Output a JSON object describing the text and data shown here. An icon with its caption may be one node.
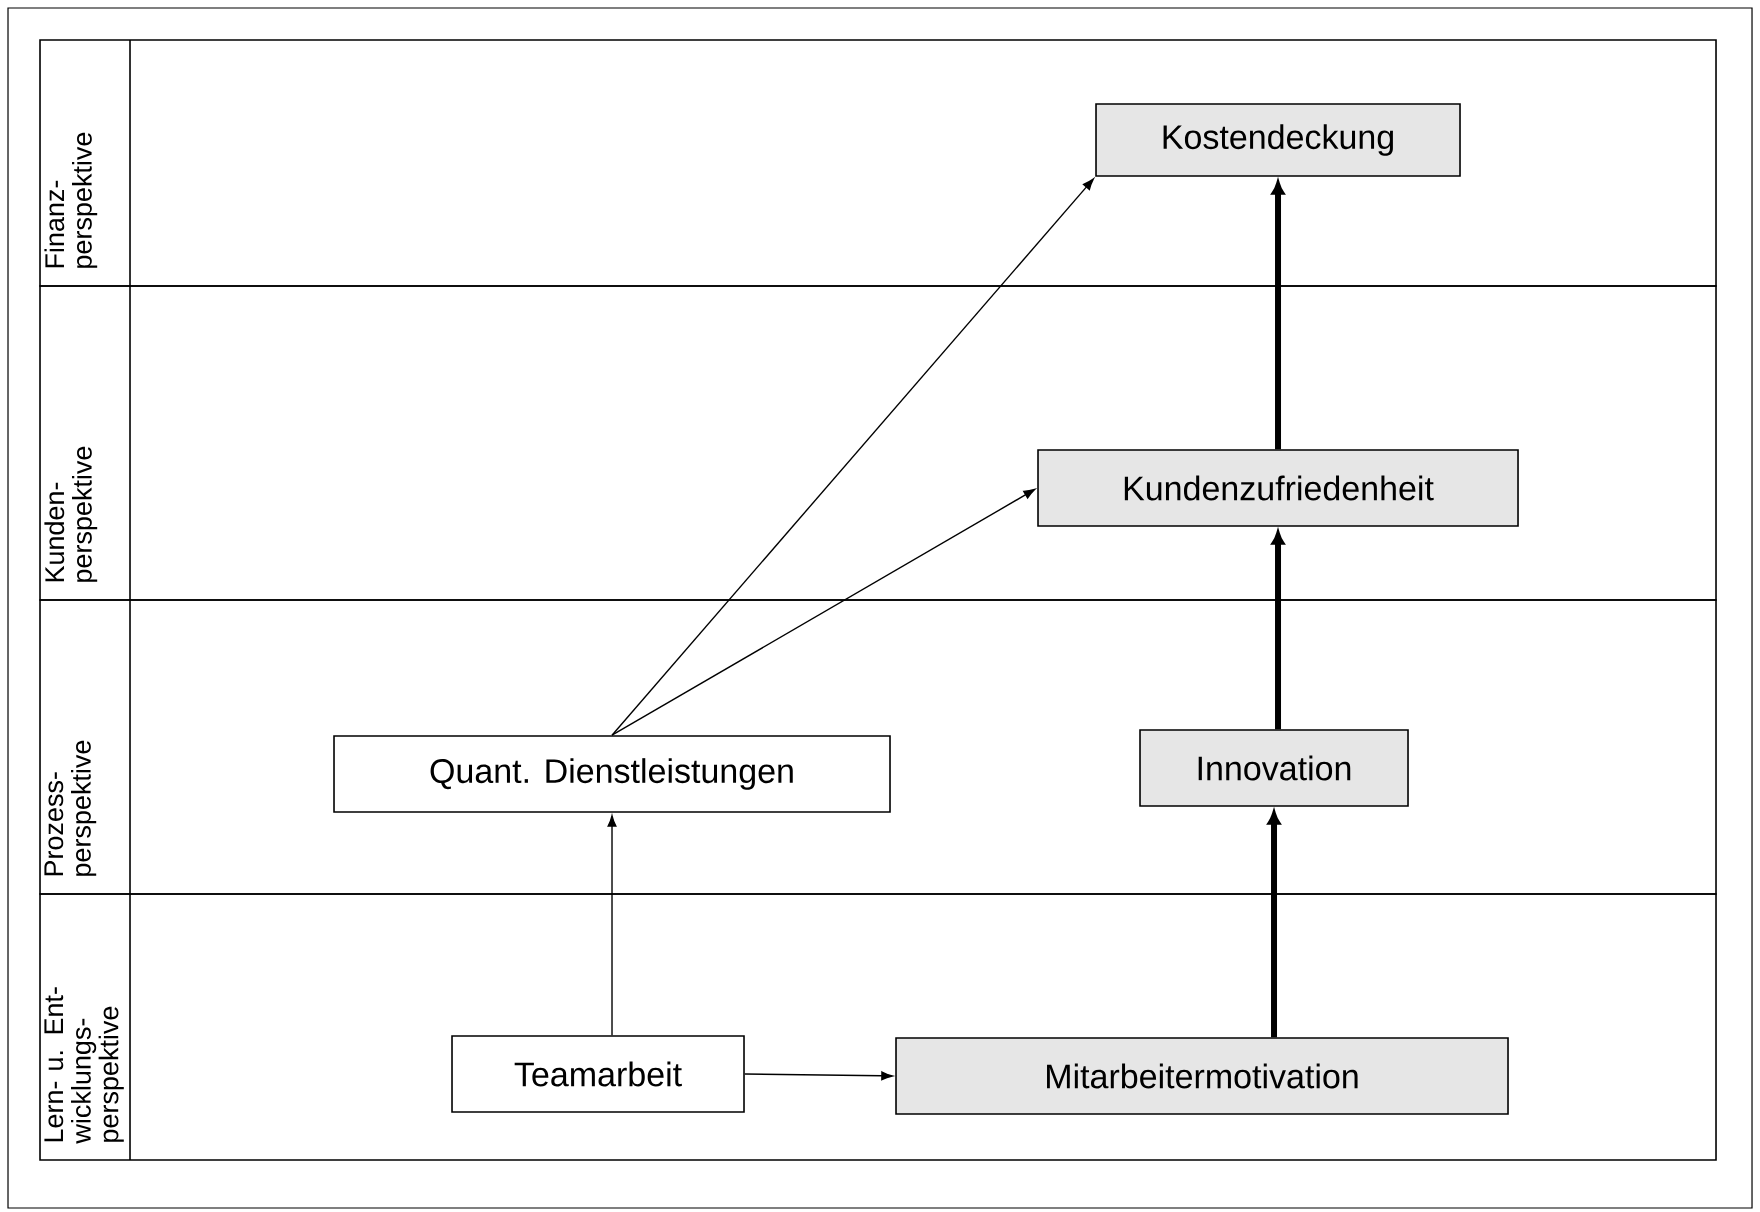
{
  "diagram": {
    "nodes": [
      {
        "text": [
          "Finanz-perspektive"
        ]
      },
      {
        "text": [
          "Kostendeckung"
        ],
        "in": 0
      },
      {
        "text": [
          "Kunden-perspektive"
        ]
      },
      {
        "text": [
          "Kundenzufriedenheit"
        ],
        "in": 2
      },
      {
        "text": [
          "Prozess-perspektive"
        ]
      },
      {
        "text": [
          "Quant. Dienstleistungen"
        ],
        "in": 4
      },
      {
        "text": [
          "Innovation"
        ],
        "in": 4
      },
      {
        "text": [
          "Lern- u. Ent-wicklungs-perspektive"
        ]
      },
      {
        "text": [
          "Teamarbeit"
        ],
        "in": 7
      },
      {
        "text": [
          "Mitarbeitermotivation"
        ],
        "in": 7
      }
    ],
    "edges": [
      {
        "from": 8,
        "to": 5,
        "arrow": "to"
      },
      {
        "from": 8,
        "to": 9,
        "arrow": "to"
      },
      {
        "from": 9,
        "to": 6,
        "arrow": "to",
        "style": "thick"
      },
      {
        "from": 6,
        "to": 3,
        "arrow": "to",
        "style": "thick"
      },
      {
        "from": 3,
        "to": 1,
        "arrow": "to",
        "style": "thick"
      },
      {
        "from": 5,
        "to": 1,
        "arrow": "to"
      },
      {
        "from": 5,
        "to": 3,
        "arrow": "to"
      }
    ]
  }
}
